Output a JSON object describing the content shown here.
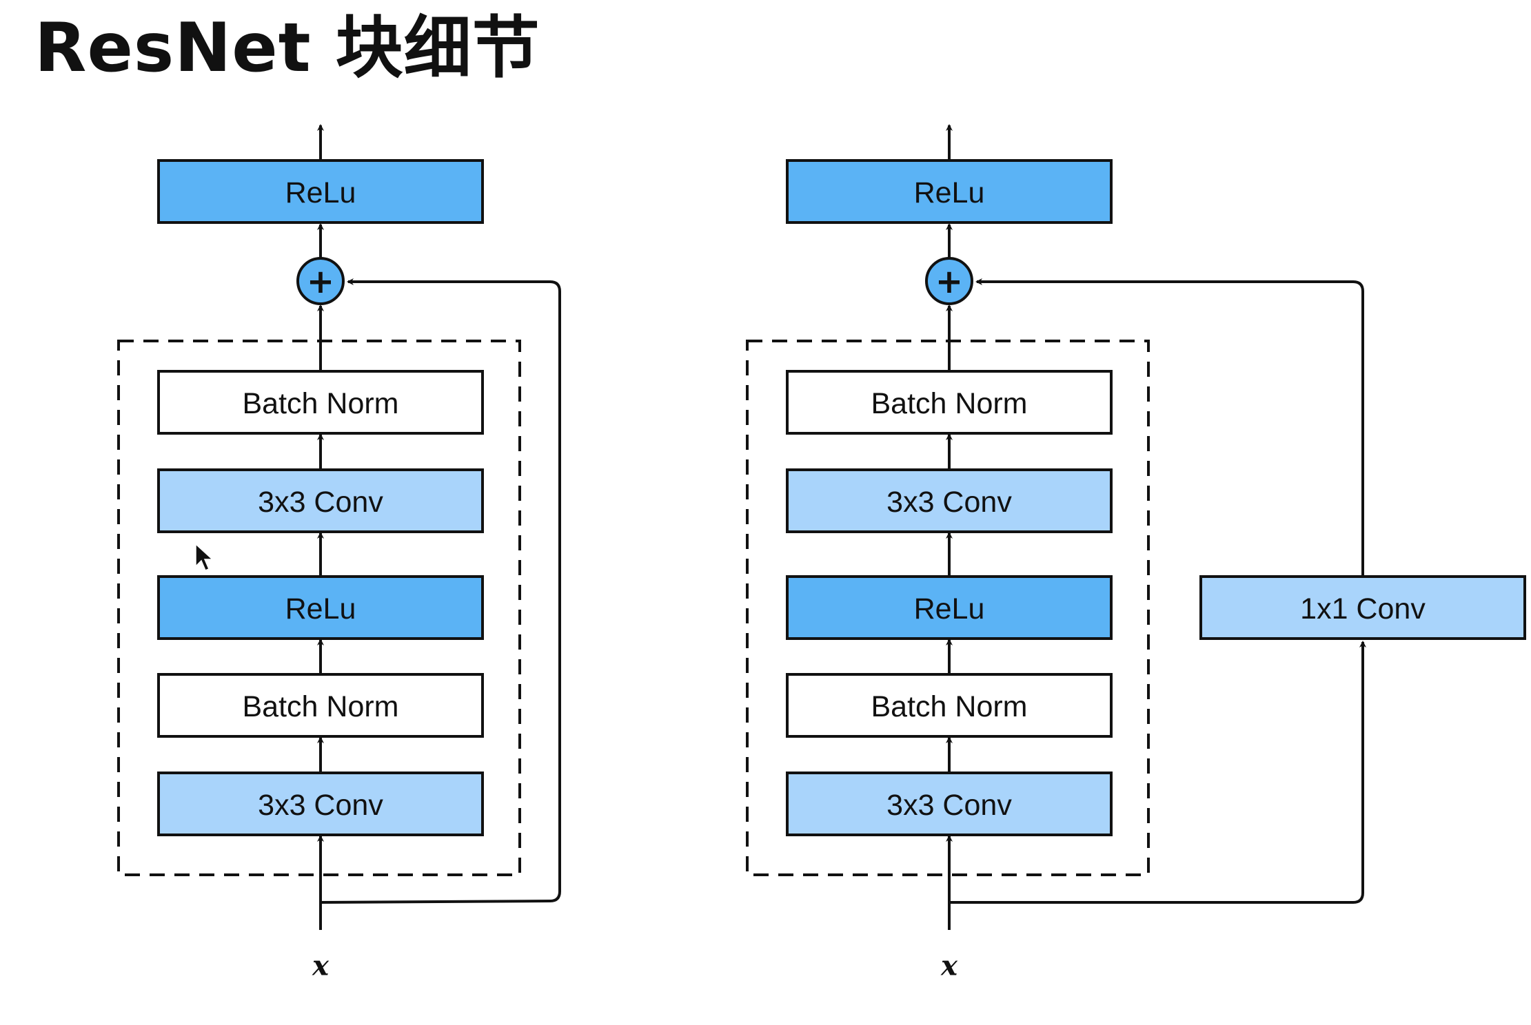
{
  "title": "ResNet 块细节",
  "colors": {
    "relu": "#5bb3f5",
    "conv": "#a9d4fb",
    "batch_norm": "#ffffff",
    "add": "#5bb3f5",
    "stroke": "#111111"
  },
  "diagrams": [
    {
      "input_label": "x",
      "add_symbol": "+",
      "output_block": {
        "label": "ReLu",
        "kind": "relu"
      },
      "residual_blocks": [
        {
          "label": "Batch Norm",
          "kind": "batch_norm"
        },
        {
          "label": "3x3 Conv",
          "kind": "conv"
        },
        {
          "label": "ReLu",
          "kind": "relu"
        },
        {
          "label": "Batch Norm",
          "kind": "batch_norm"
        },
        {
          "label": "3x3 Conv",
          "kind": "conv"
        }
      ],
      "shortcut_block": null
    },
    {
      "input_label": "x",
      "add_symbol": "+",
      "output_block": {
        "label": "ReLu",
        "kind": "relu"
      },
      "residual_blocks": [
        {
          "label": "Batch Norm",
          "kind": "batch_norm"
        },
        {
          "label": "3x3 Conv",
          "kind": "conv"
        },
        {
          "label": "ReLu",
          "kind": "relu"
        },
        {
          "label": "Batch Norm",
          "kind": "batch_norm"
        },
        {
          "label": "3x3 Conv",
          "kind": "conv"
        }
      ],
      "shortcut_block": {
        "label": "1x1 Conv",
        "kind": "conv"
      }
    }
  ]
}
